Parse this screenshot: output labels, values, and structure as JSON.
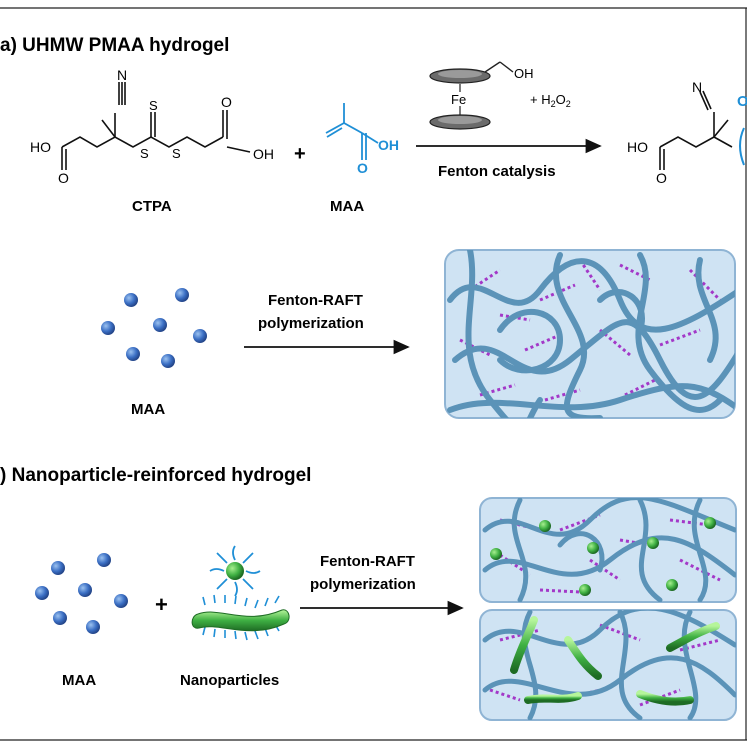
{
  "panel_a": {
    "title": "a)  UHMW PMAA hydrogel",
    "ctpa": {
      "label": "CTPA",
      "atom_n": "N",
      "atom_ho": "HO",
      "atom_oh": "OH",
      "atom_o1": "O",
      "atom_o2": "O",
      "atom_s1": "S",
      "atom_s2": "S",
      "atom_s3": "S"
    },
    "plus": "+",
    "maa_struct": {
      "label": "MAA",
      "atom_oh": "OH",
      "atom_o": "O"
    },
    "catalyst": {
      "fe": "Fe",
      "oh": "OH",
      "peroxide_prefix": "+ H",
      "peroxide_sub1": "2",
      "peroxide_o": "O",
      "peroxide_sub2": "2"
    },
    "arrow_label": "Fenton catalysis",
    "product": {
      "atom_ho": "HO",
      "atom_n": "N",
      "atom_o": "O",
      "cut_char": "O"
    },
    "scheme2": {
      "arrow_label_1": "Fenton-RAFT",
      "arrow_label_2": "polymerization",
      "monomer_label": "MAA"
    }
  },
  "panel_b": {
    "title": ")  Nanoparticle-reinforced hydrogel",
    "monomer_label": "MAA",
    "plus": "+",
    "nanoparticle_label": "Nanoparticles",
    "arrow_label_1": "Fenton-RAFT",
    "arrow_label_2": "polymerization"
  },
  "colors": {
    "monomer_blue": "#3b6fc4",
    "maa_blue": "#1f8fd6",
    "gel_fill": "#cfe3f3",
    "gel_border": "#8fb4d4",
    "chain": "#5b93b8",
    "crosslink": "#a338c8",
    "nanorod_green": "#3fb043"
  }
}
